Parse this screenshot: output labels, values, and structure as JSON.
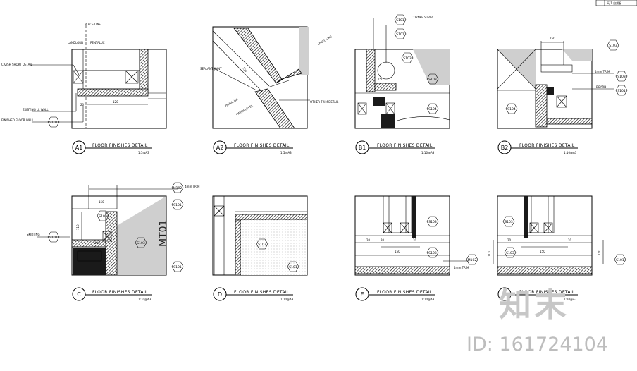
{
  "header": {
    "box_text": "天 1 自然板"
  },
  "details": [
    {
      "id": "A1",
      "title": "FLOOR FINISHES DETAIL",
      "scale": "1:5@A3",
      "notes": [
        "PLACE LINE",
        "LANDLORD",
        "PENTALUX",
        "CRASH SHORT DETAIL",
        "EXISTING LL WALL",
        "FINISHED FLOOR WALL"
      ],
      "dims": [
        "20",
        "120"
      ],
      "tags": [
        "S101"
      ]
    },
    {
      "id": "A2",
      "title": "FLOOR FINISHES DETAIL",
      "scale": "1:5@A3",
      "notes": [
        "LEVEL LINE",
        "SEALANT JOINT",
        "PENTALUX",
        "FINISH LEVEL",
        "OTHER TRIM DETAIL"
      ],
      "dims": [
        "150"
      ],
      "tags": []
    },
    {
      "id": "B1",
      "title": "FLOOR FINISHES DETAIL",
      "scale": "1:10@A3",
      "notes": [
        "CORNER STRIP"
      ],
      "dims": [
        "150"
      ],
      "tags": [
        "S101",
        "S101",
        "S103",
        "S103",
        "S104"
      ]
    },
    {
      "id": "B2",
      "title": "FLOOR FINISHES DETAIL",
      "scale": "1:10@A3",
      "notes": [
        "4mm TRIM",
        "BOARD"
      ],
      "dims": [
        "150"
      ],
      "tags": [
        "S103",
        "S103",
        "S101",
        "S104"
      ]
    },
    {
      "id": "C",
      "title": "FLOOR FINISHES DETAIL",
      "scale": "1:10@A3",
      "notes": [
        "4mm TRIM",
        "SKIRTING",
        "MT01"
      ],
      "dims": [
        "150",
        "110",
        "100"
      ],
      "tags": [
        "M102",
        "S101",
        "S103",
        "S101",
        "S103",
        "S101"
      ]
    },
    {
      "id": "D",
      "title": "FLOOR FINISHES DETAIL",
      "scale": "1:10@A3",
      "notes": [],
      "dims": [],
      "tags": [
        "S103",
        "S101"
      ]
    },
    {
      "id": "E",
      "title": "FLOOR FINISHES DETAIL",
      "scale": "1:10@A3",
      "notes": [
        "4mm TRIM"
      ],
      "dims": [
        "20",
        "150",
        "20",
        "20"
      ],
      "tags": [
        "S103",
        "S103",
        "M102"
      ]
    },
    {
      "id": "F",
      "title": "FLOOR FINISHES DETAIL",
      "scale": "1:10@A3",
      "notes": [],
      "dims": [
        "20",
        "150",
        "20",
        "110",
        "120"
      ],
      "tags": [
        "S103",
        "S103",
        "S101"
      ]
    }
  ],
  "watermark": {
    "logo": "知末",
    "id": "ID: 161724104"
  },
  "colors": {
    "line": "#000000",
    "fill_grey": "#cfcfcf",
    "watermark": "#c7c7c7"
  }
}
